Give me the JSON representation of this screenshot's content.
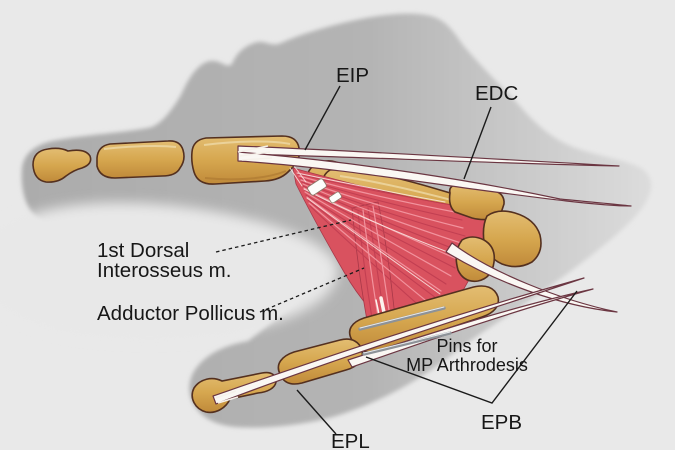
{
  "figure": {
    "type": "anatomical-illustration",
    "subject": "Dorsal view of hand: tendon transfer with pins for thumb MP arthrodesis",
    "labels": {
      "eip": "EIP",
      "edc": "EDC",
      "first_dorsal_1": "1st Dorsal",
      "first_dorsal_2": "Interosseus m.",
      "adductor": "Adductor Pollicus m.",
      "pins_1": "Pins for",
      "pins_2": "MP Arthrodesis",
      "epb": "EPB",
      "epl": "EPL"
    },
    "colors": {
      "background": "#e9e9e9",
      "hand_silhouette": "#b2b2b2",
      "bone": "#d6a74f",
      "bone_outline": "#54301f",
      "muscle": "#d9525f",
      "tendon": "#faf7f3",
      "tendon_outline": "#6b3642",
      "pin": "#979da3",
      "label_text": "#171717"
    }
  }
}
